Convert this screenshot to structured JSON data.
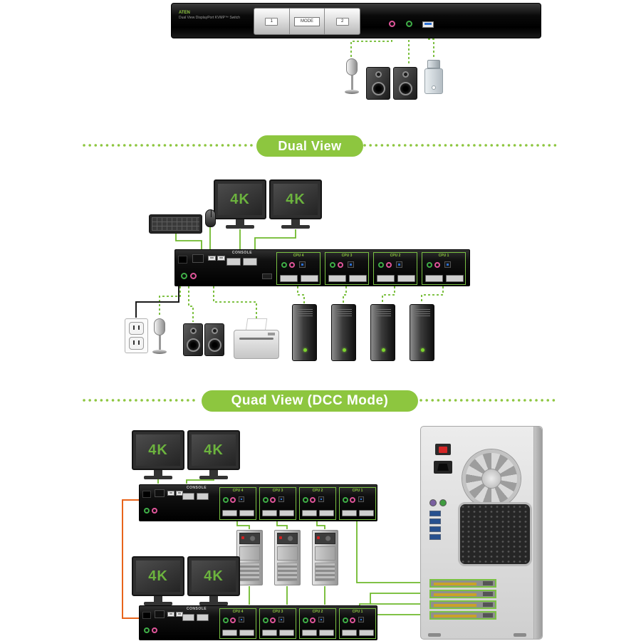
{
  "front_panel": {
    "brand": "ATEN",
    "title": "Dual View DisplayPort KVMP™ Switch",
    "controls": {
      "button_left": "1",
      "display": "MODE",
      "button_right": "2"
    }
  },
  "banners": {
    "dual": "Dual View",
    "quad": "Quad View (DCC Mode)"
  },
  "monitor_label": "4K",
  "rear_panel": {
    "console_label": "CONSOLE",
    "cpu_labels": [
      "CPU 4",
      "CPU 3",
      "CPU 2",
      "CPU 1"
    ]
  },
  "devices": {
    "front_connected": [
      "microphone",
      "speakers",
      "usb-drive"
    ],
    "dual_connected": [
      "power-outlet",
      "microphone",
      "speakers",
      "printer",
      "computer-tower",
      "computer-tower",
      "computer-tower",
      "computer-tower"
    ],
    "quad_connected": [
      "computer-tower-rear",
      "computer-tower-rear",
      "computer-tower-rear",
      "workstation-tower"
    ]
  },
  "colors": {
    "accent_green": "#8dc63f",
    "line_green": "#6fb92c",
    "dcc_orange": "#e8641b",
    "monitor_text_green": "#6cb33e"
  }
}
